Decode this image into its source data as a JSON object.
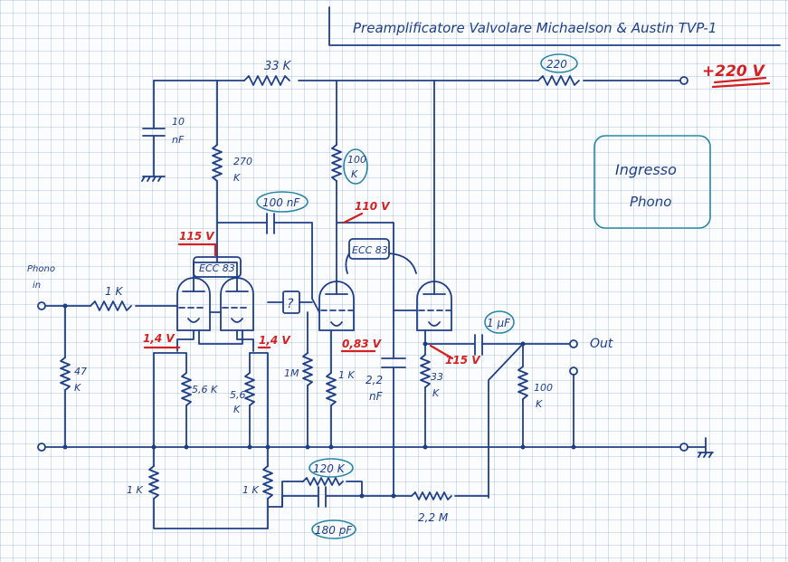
{
  "title": "Preamplificatore Valvolare Michaelson & Austin TVP-1",
  "box_label": {
    "line1": "Ingresso",
    "line2": "Phono"
  },
  "supply": "+220 V",
  "input_label": {
    "line1": "Phono",
    "line2": "in"
  },
  "output_label": "Out",
  "tube_labels": [
    "ECC 83",
    "ECC 83"
  ],
  "question_mark": "?",
  "components": {
    "r_33k": "33 K",
    "r_220": "220",
    "c_10nf": {
      "line1": "10",
      "line2": "nF"
    },
    "r_270k": {
      "line1": "270",
      "line2": "K"
    },
    "r_100k_plate": {
      "line1": "100",
      "line2": "K"
    },
    "c_100nf": "100 nF",
    "r_1k_in": "1 K",
    "r_47k": {
      "line1": "47",
      "line2": "K"
    },
    "r_5_6k_a": "5,6 K",
    "r_5_6k_b": {
      "line1": "5,6",
      "line2": "K"
    },
    "r_1m": "1M",
    "r_1k_cath": "1 K",
    "c_22nf": {
      "line1": "2,2",
      "line2": "nF"
    },
    "r_33k_cath": {
      "line1": "33",
      "line2": "K"
    },
    "c_1uf": "1 µF",
    "r_100k_out": {
      "line1": "100",
      "line2": "K"
    },
    "r_1k_fb_a": "1 K",
    "r_1k_fb_b": "1 K",
    "r_120k": "120 K",
    "c_180pf": "180 pF",
    "r_2_2m": "2,2 M"
  },
  "voltages": {
    "v115_top": "115 V",
    "v110": "110 V",
    "v1_4_a": "1,4 V",
    "v1_4_b": "1,4 V",
    "v0_83": "0,83 V",
    "v115_cath": "115 V"
  }
}
